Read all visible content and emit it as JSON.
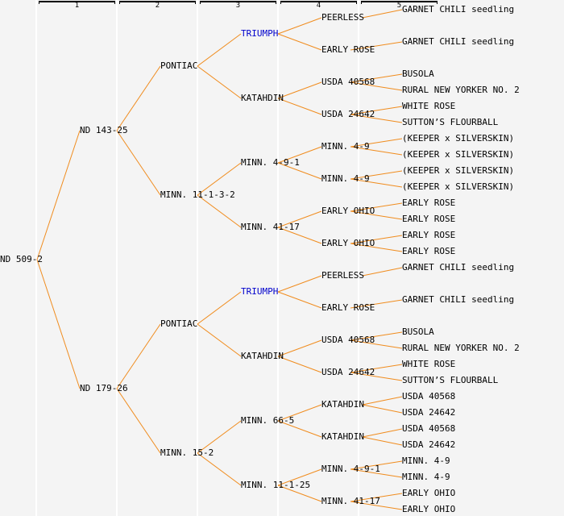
{
  "colors": {
    "edge": "#f08c1e",
    "link_text": "#0000cc",
    "text": "#000000",
    "background": "#f4f4f4"
  },
  "generation_headers": [
    "1",
    "2",
    "3",
    "4",
    "5"
  ],
  "pedigree": {
    "name": "ND 509-2",
    "children": [
      {
        "name": "ND 143-25",
        "children": [
          {
            "name": "PONTIAC",
            "children": [
              {
                "name": "TRIUMPH",
                "link": true,
                "children": [
                  {
                    "name": "PEERLESS",
                    "children": [
                      {
                        "name": "GARNET CHILI seedling"
                      }
                    ]
                  },
                  {
                    "name": "EARLY ROSE",
                    "children": [
                      {
                        "name": "GARNET CHILI seedling"
                      }
                    ]
                  }
                ]
              },
              {
                "name": "KATAHDIN",
                "children": [
                  {
                    "name": "USDA 40568",
                    "children": [
                      {
                        "name": "BUSOLA"
                      },
                      {
                        "name": "RURAL NEW YORKER NO. 2"
                      }
                    ]
                  },
                  {
                    "name": "USDA 24642",
                    "children": [
                      {
                        "name": "WHITE ROSE"
                      },
                      {
                        "name": "SUTTON’S FLOURBALL"
                      }
                    ]
                  }
                ]
              }
            ]
          },
          {
            "name": "MINN. 11-1-3-2",
            "children": [
              {
                "name": "MINN. 4-9-1",
                "children": [
                  {
                    "name": "MINN. 4-9",
                    "children": [
                      {
                        "name": "(KEEPER x SILVERSKIN)"
                      },
                      {
                        "name": "(KEEPER x SILVERSKIN)"
                      }
                    ]
                  },
                  {
                    "name": "MINN. 4-9",
                    "children": [
                      {
                        "name": "(KEEPER x SILVERSKIN)"
                      },
                      {
                        "name": "(KEEPER x SILVERSKIN)"
                      }
                    ]
                  }
                ]
              },
              {
                "name": "MINN. 41-17",
                "children": [
                  {
                    "name": "EARLY OHIO",
                    "children": [
                      {
                        "name": "EARLY ROSE"
                      },
                      {
                        "name": "EARLY ROSE"
                      }
                    ]
                  },
                  {
                    "name": "EARLY OHIO",
                    "children": [
                      {
                        "name": "EARLY ROSE"
                      },
                      {
                        "name": "EARLY ROSE"
                      }
                    ]
                  }
                ]
              }
            ]
          }
        ]
      },
      {
        "name": "ND 179-26",
        "children": [
          {
            "name": "PONTIAC",
            "children": [
              {
                "name": "TRIUMPH",
                "link": true,
                "children": [
                  {
                    "name": "PEERLESS",
                    "children": [
                      {
                        "name": "GARNET CHILI seedling"
                      }
                    ]
                  },
                  {
                    "name": "EARLY ROSE",
                    "children": [
                      {
                        "name": "GARNET CHILI seedling"
                      }
                    ]
                  }
                ]
              },
              {
                "name": "KATAHDIN",
                "children": [
                  {
                    "name": "USDA 40568",
                    "children": [
                      {
                        "name": "BUSOLA"
                      },
                      {
                        "name": "RURAL NEW YORKER NO. 2"
                      }
                    ]
                  },
                  {
                    "name": "USDA 24642",
                    "children": [
                      {
                        "name": "WHITE ROSE"
                      },
                      {
                        "name": "SUTTON’S FLOURBALL"
                      }
                    ]
                  }
                ]
              }
            ]
          },
          {
            "name": "MINN. 15-2",
            "children": [
              {
                "name": "MINN. 66-5",
                "children": [
                  {
                    "name": "KATAHDIN",
                    "children": [
                      {
                        "name": "USDA 40568"
                      },
                      {
                        "name": "USDA 24642"
                      }
                    ]
                  },
                  {
                    "name": "KATAHDIN",
                    "children": [
                      {
                        "name": "USDA 40568"
                      },
                      {
                        "name": "USDA 24642"
                      }
                    ]
                  }
                ]
              },
              {
                "name": "MINN. 11-1-25",
                "children": [
                  {
                    "name": "MINN. 4-9-1",
                    "children": [
                      {
                        "name": "MINN. 4-9"
                      },
                      {
                        "name": "MINN. 4-9"
                      }
                    ]
                  },
                  {
                    "name": "MINN. 41-17",
                    "children": [
                      {
                        "name": "EARLY OHIO"
                      },
                      {
                        "name": "EARLY OHIO"
                      }
                    ]
                  }
                ]
              }
            ]
          }
        ]
      }
    ]
  }
}
